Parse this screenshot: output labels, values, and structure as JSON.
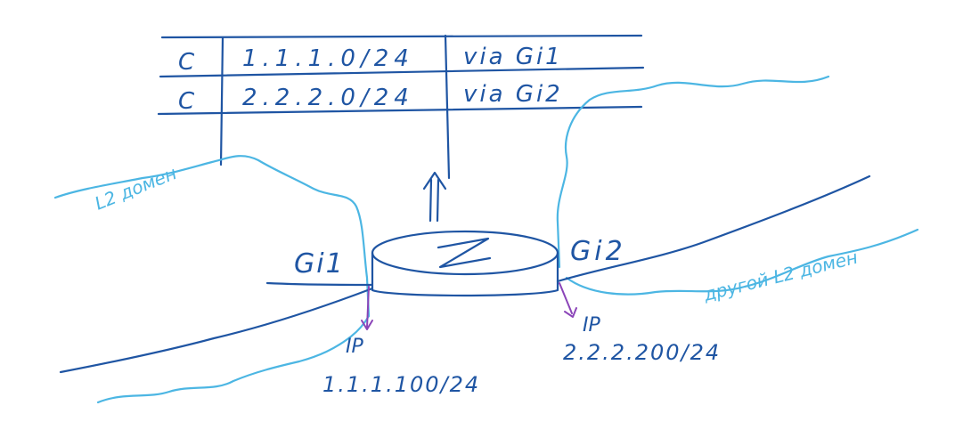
{
  "routing_table": {
    "rows": [
      {
        "code": "C",
        "network": "1.1.1.0/24",
        "via": "via Gi1"
      },
      {
        "code": "C",
        "network": "2.2.2.0/24",
        "via": "via Gi2"
      }
    ]
  },
  "left_domain_label": "L2 домен",
  "right_domain_label": "другой L2 домен",
  "left_interface": {
    "name": "Gi1",
    "ip_label": "IP",
    "ip_address": "1.1.1.100/24"
  },
  "right_interface": {
    "name": "Gi2",
    "ip_label": "IP",
    "ip_address": "2.2.2.200/24"
  },
  "colors": {
    "dark_ink": "#1f55a3",
    "light_ink": "#4cb6e3",
    "arrow_ink": "#8b44b8"
  }
}
